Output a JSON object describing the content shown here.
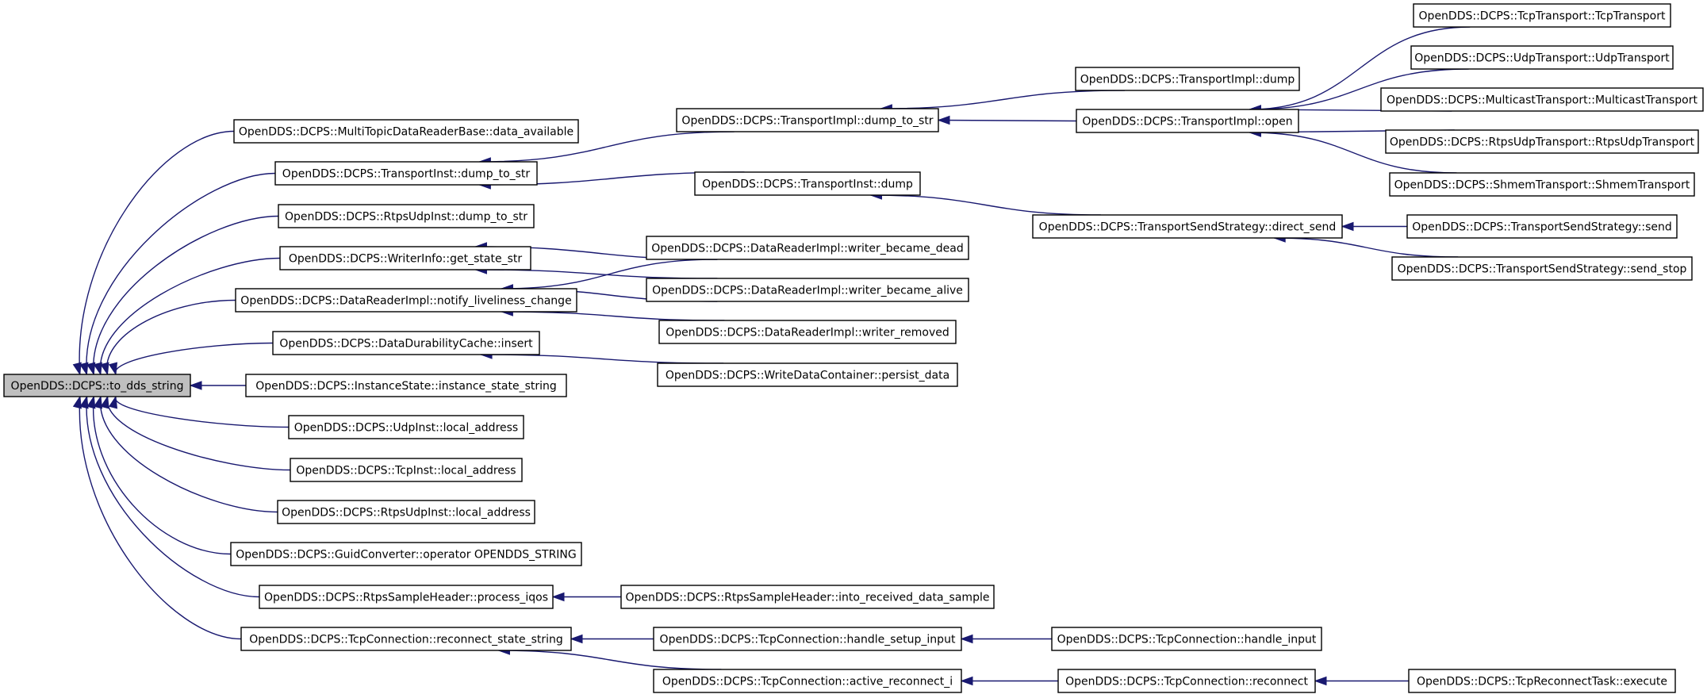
{
  "diagram": {
    "nodes": [
      {
        "id": "root",
        "label": "OpenDDS::DCPS::to_dds_string",
        "root": true
      },
      {
        "id": "mtdr",
        "label": "OpenDDS::DCPS::MultiTopicDataReaderBase::data_available"
      },
      {
        "id": "ti_dts",
        "label": "OpenDDS::DCPS::TransportInst::dump_to_str"
      },
      {
        "id": "rui_dts",
        "label": "OpenDDS::DCPS::RtpsUdpInst::dump_to_str"
      },
      {
        "id": "wi_gss",
        "label": "OpenDDS::DCPS::WriterInfo::get_state_str"
      },
      {
        "id": "dri_nlc",
        "label": "OpenDDS::DCPS::DataReaderImpl::notify_liveliness_change"
      },
      {
        "id": "ddc_ins",
        "label": "OpenDDS::DCPS::DataDurabilityCache::insert"
      },
      {
        "id": "is_iss",
        "label": "OpenDDS::DCPS::InstanceState::instance_state_string"
      },
      {
        "id": "ui_la",
        "label": "OpenDDS::DCPS::UdpInst::local_address"
      },
      {
        "id": "tci_la",
        "label": "OpenDDS::DCPS::TcpInst::local_address"
      },
      {
        "id": "rui_la",
        "label": "OpenDDS::DCPS::RtpsUdpInst::local_address"
      },
      {
        "id": "gc_os",
        "label": "OpenDDS::DCPS::GuidConverter::operator OPENDDS_STRING"
      },
      {
        "id": "rsh_pi",
        "label": "OpenDDS::DCPS::RtpsSampleHeader::process_iqos"
      },
      {
        "id": "tcc_rss",
        "label": "OpenDDS::DCPS::TcpConnection::reconnect_state_string"
      },
      {
        "id": "timpl_dts",
        "label": "OpenDDS::DCPS::TransportImpl::dump_to_str"
      },
      {
        "id": "ti_dump",
        "label": "OpenDDS::DCPS::TransportInst::dump"
      },
      {
        "id": "dri_wbd",
        "label": "OpenDDS::DCPS::DataReaderImpl::writer_became_dead"
      },
      {
        "id": "dri_wba",
        "label": "OpenDDS::DCPS::DataReaderImpl::writer_became_alive"
      },
      {
        "id": "dri_wr",
        "label": "OpenDDS::DCPS::DataReaderImpl::writer_removed"
      },
      {
        "id": "wdc_pd",
        "label": "OpenDDS::DCPS::WriteDataContainer::persist_data"
      },
      {
        "id": "rsh_irds",
        "label": "OpenDDS::DCPS::RtpsSampleHeader::into_received_data_sample"
      },
      {
        "id": "tcc_hsi",
        "label": "OpenDDS::DCPS::TcpConnection::handle_setup_input"
      },
      {
        "id": "tcc_ari",
        "label": "OpenDDS::DCPS::TcpConnection::active_reconnect_i"
      },
      {
        "id": "timpl_dump",
        "label": "OpenDDS::DCPS::TransportImpl::dump"
      },
      {
        "id": "timpl_open",
        "label": "OpenDDS::DCPS::TransportImpl::open"
      },
      {
        "id": "tss_ds",
        "label": "OpenDDS::DCPS::TransportSendStrategy::direct_send"
      },
      {
        "id": "tcc_hi",
        "label": "OpenDDS::DCPS::TcpConnection::handle_input"
      },
      {
        "id": "tcc_rec",
        "label": "OpenDDS::DCPS::TcpConnection::reconnect"
      },
      {
        "id": "tcpt",
        "label": "OpenDDS::DCPS::TcpTransport::TcpTransport"
      },
      {
        "id": "udpt",
        "label": "OpenDDS::DCPS::UdpTransport::UdpTransport"
      },
      {
        "id": "mct",
        "label": "OpenDDS::DCPS::MulticastTransport::MulticastTransport"
      },
      {
        "id": "rut",
        "label": "OpenDDS::DCPS::RtpsUdpTransport::RtpsUdpTransport"
      },
      {
        "id": "smt",
        "label": "OpenDDS::DCPS::ShmemTransport::ShmemTransport"
      },
      {
        "id": "tss_send",
        "label": "OpenDDS::DCPS::TransportSendStrategy::send"
      },
      {
        "id": "tss_stop",
        "label": "OpenDDS::DCPS::TransportSendStrategy::send_stop"
      },
      {
        "id": "trt_exec",
        "label": "OpenDDS::DCPS::TcpReconnectTask::execute"
      }
    ],
    "edges": [
      {
        "from": "mtdr",
        "to": "root"
      },
      {
        "from": "ti_dts",
        "to": "root"
      },
      {
        "from": "rui_dts",
        "to": "root"
      },
      {
        "from": "wi_gss",
        "to": "root"
      },
      {
        "from": "dri_nlc",
        "to": "root"
      },
      {
        "from": "ddc_ins",
        "to": "root"
      },
      {
        "from": "is_iss",
        "to": "root"
      },
      {
        "from": "ui_la",
        "to": "root"
      },
      {
        "from": "tci_la",
        "to": "root"
      },
      {
        "from": "rui_la",
        "to": "root"
      },
      {
        "from": "gc_os",
        "to": "root"
      },
      {
        "from": "rsh_pi",
        "to": "root"
      },
      {
        "from": "tcc_rss",
        "to": "root"
      },
      {
        "from": "timpl_dts",
        "to": "ti_dts"
      },
      {
        "from": "ti_dump",
        "to": "ti_dts"
      },
      {
        "from": "dri_wbd",
        "to": "wi_gss"
      },
      {
        "from": "dri_wba",
        "to": "wi_gss"
      },
      {
        "from": "dri_wbd",
        "to": "dri_nlc"
      },
      {
        "from": "dri_wba",
        "to": "dri_nlc"
      },
      {
        "from": "dri_wr",
        "to": "dri_nlc"
      },
      {
        "from": "wdc_pd",
        "to": "ddc_ins"
      },
      {
        "from": "rsh_irds",
        "to": "rsh_pi"
      },
      {
        "from": "tcc_hsi",
        "to": "tcc_rss"
      },
      {
        "from": "tcc_ari",
        "to": "tcc_rss"
      },
      {
        "from": "timpl_dump",
        "to": "timpl_dts"
      },
      {
        "from": "timpl_open",
        "to": "timpl_dts"
      },
      {
        "from": "tss_ds",
        "to": "ti_dump"
      },
      {
        "from": "tcc_hi",
        "to": "tcc_hsi"
      },
      {
        "from": "tcc_rec",
        "to": "tcc_ari"
      },
      {
        "from": "tcpt",
        "to": "timpl_open"
      },
      {
        "from": "udpt",
        "to": "timpl_open"
      },
      {
        "from": "mct",
        "to": "timpl_open"
      },
      {
        "from": "rut",
        "to": "timpl_open"
      },
      {
        "from": "smt",
        "to": "timpl_open"
      },
      {
        "from": "tss_send",
        "to": "tss_ds"
      },
      {
        "from": "tss_stop",
        "to": "tss_ds"
      },
      {
        "from": "trt_exec",
        "to": "tcc_rec"
      }
    ]
  },
  "colors": {
    "edge": "#191970",
    "node_border": "#000000",
    "node_fill": "#ffffff",
    "root_fill": "#bfbfbf"
  }
}
